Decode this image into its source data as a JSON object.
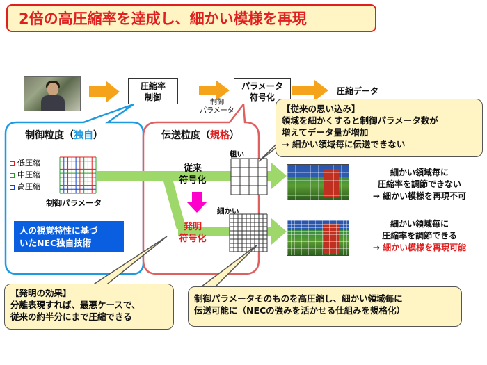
{
  "title": "2倍の高圧縮率を達成し、細かい模様を再現",
  "flow": {
    "box_rate": [
      "圧縮率",
      "制御"
    ],
    "arrow_label": [
      "制御",
      "パラメータ"
    ],
    "box_param": [
      "パラメータ",
      "符号化"
    ],
    "output_label": "圧縮データ"
  },
  "control_panel": {
    "title_prefix": "制御粒度（",
    "title_highlight": "独自",
    "title_suffix": "）",
    "legend": [
      {
        "label": "低圧縮",
        "color": "#e02020"
      },
      {
        "label": "中圧縮",
        "color": "#20a020"
      },
      {
        "label": "高圧縮",
        "color": "#1040d0"
      }
    ],
    "caption": "制御パラメータ",
    "nec_box": [
      "人の視覚特性に基づ",
      "いたNEC独自技術"
    ]
  },
  "transmission_panel": {
    "title_prefix": "伝送粒度（",
    "title_highlight": "規格",
    "title_suffix": "）",
    "coarse_label": "粗い",
    "fine_label": "細かい",
    "conventional": [
      "従来",
      "符号化"
    ],
    "invention": [
      "発明",
      "符号化"
    ]
  },
  "callout_belief": {
    "heading": "【従来の思い込み】",
    "lines": [
      "領域を細かくすると制御パラメータ数が",
      "増えてデータ量が増加",
      "→ 細かい領域毎に伝送できない"
    ]
  },
  "result_conventional": {
    "lines": [
      "細かい領域毎に",
      "圧縮率を調節できない",
      "→ 細かい模様を再現不可"
    ]
  },
  "result_invention": {
    "lines": [
      "細かい領域毎に",
      "圧縮率を調節できる"
    ],
    "arrow": "→ ",
    "highlight": "細かい模様を再現可能"
  },
  "callout_effect": {
    "heading": "【発明の効果】",
    "lines": [
      "分離表現すれば、最悪ケースで、",
      "従来の約半分にまで圧縮できる"
    ]
  },
  "callout_bottom": {
    "lines": [
      "制御パラメータそのものを高圧縮し、細かい領域毎に",
      "伝送可能に（NECの強みを活かせる仕組みを規格化）"
    ]
  },
  "colors": {
    "accent_red": "#e02020",
    "arrow_orange": "#f6a31c",
    "bar_green": "#9ed86a",
    "panel_blue": "#1e9be0",
    "panel_red": "#e06060",
    "callout_fill": "#fff5c4",
    "nec_blue": "#0a5ee0",
    "magenta": "#ff00cc"
  }
}
